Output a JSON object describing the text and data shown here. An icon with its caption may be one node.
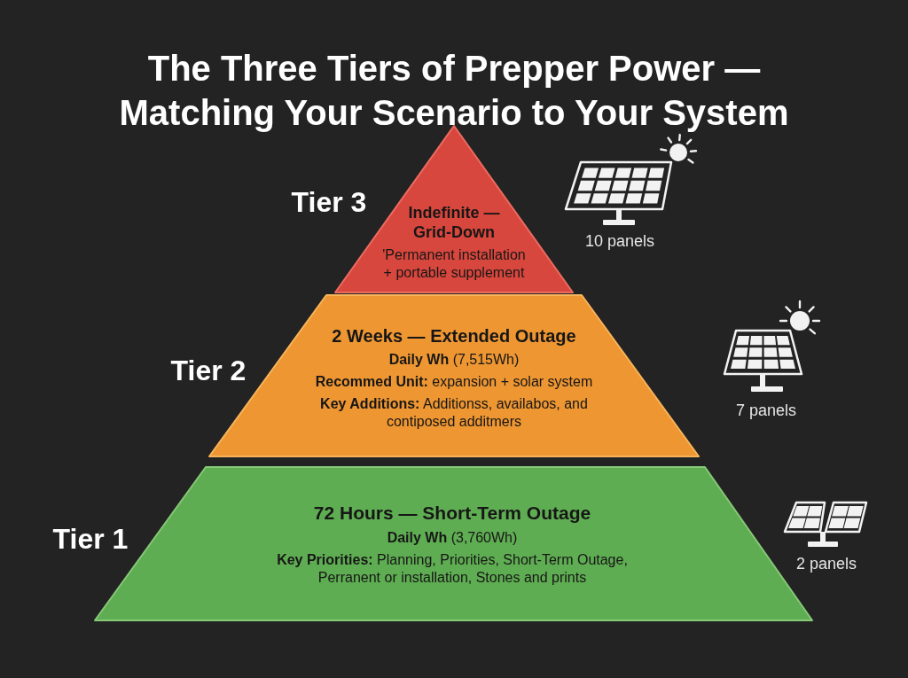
{
  "diagram": {
    "title": "The Three Tiers of Prepper Power — Matching Your Scenario to Your System",
    "nodes": [
      {
        "text": [
          "Indefinite — Grid-Down",
          "'Permanent installation + portable supplement"
        ],
        "beside": [
          "Tier 3",
          "10 panels"
        ]
      },
      {
        "text": [
          "2 Weeks — Extended Outage",
          "**Daily Wh** (7,515Wh)",
          "**Recommed Unit:** expansion + solar system",
          "**Key Additions:** Additionss, availabos, and contiposed additmers"
        ],
        "beside": [
          "Tier 2",
          "7 panels"
        ]
      },
      {
        "text": [
          "72 Hours — Short-Term Outage",
          "**Daily Wh** (3,760Wh)",
          "**Key Priorities:** Planning, Priorities, Short-Term Outage, Perranent or installation, Stones and prints"
        ],
        "beside": [
          "Tier 1",
          "2 panels"
        ]
      }
    ]
  }
}
